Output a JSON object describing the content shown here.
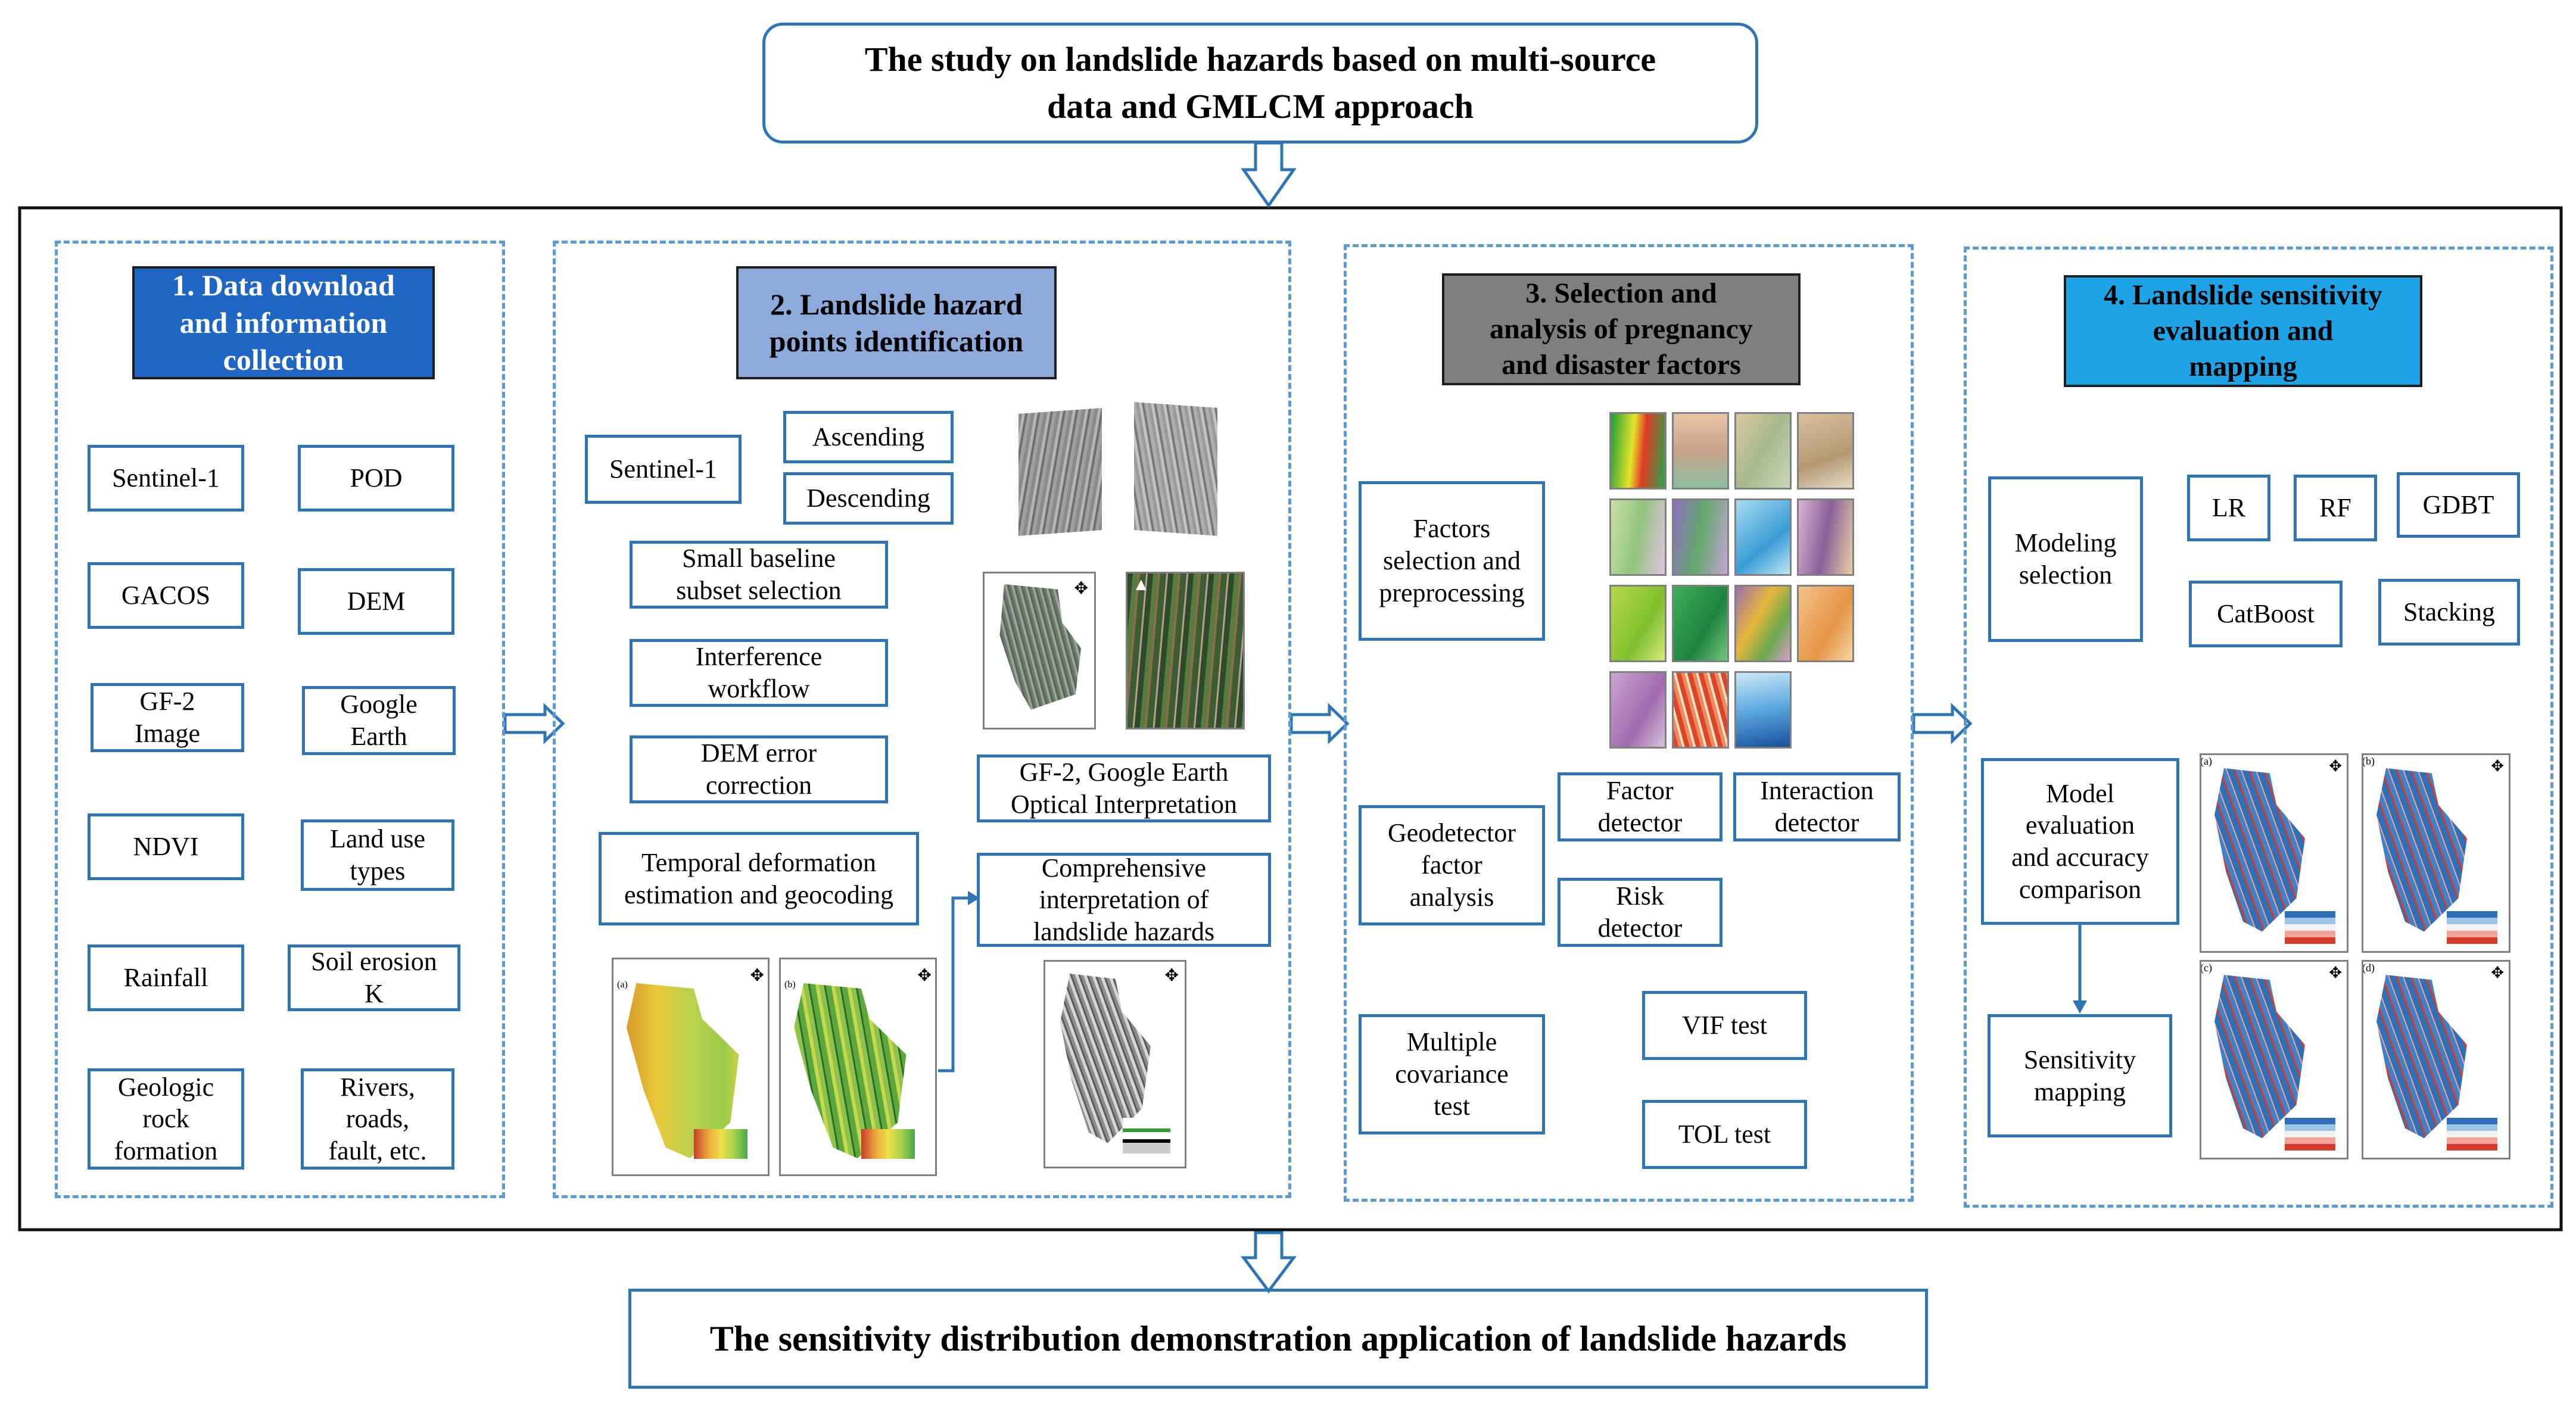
{
  "title": "The study on landslide hazards  based on multi-source\ndata and GMLCM approach",
  "footer": "The sensitivity distribution demonstration application of  landslide hazards",
  "colors": {
    "box_border": "#2e75b6",
    "dashed_border": "#5b9bd5",
    "header1": "#1f66c4",
    "header2": "#8eaadb",
    "header3": "#7f7f7f",
    "header4": "#1ea3e6",
    "arrow_fill": "#ffffff",
    "arrow_stroke": "#2e75b6"
  },
  "panel1": {
    "header": "1. Data download\nand information\ncollection",
    "items": [
      "Sentinel-1",
      "POD",
      "GACOS",
      "DEM",
      "GF-2\nImage",
      "Google\nEarth",
      "NDVI",
      "Land use\ntypes",
      "Rainfall",
      "Soil erosion\nK",
      "Geologic\nrock\nformation",
      "Rivers,\nroads,\nfault, etc."
    ]
  },
  "panel2": {
    "header": "2. Landslide hazard\npoints identification",
    "sentinel": "Sentinel-1",
    "ascending": "Ascending",
    "descending": "Descending",
    "sbas": "Small baseline\nsubset selection",
    "interference": "Interference\nworkflow",
    "dem_error": "DEM error\ncorrection",
    "temporal": "Temporal deformation\nestimation and geocoding",
    "gf2": "GF-2, Google Earth\nOptical Interpretation",
    "comprehensive": "Comprehensive\ninterpretation of\nlandslide hazards"
  },
  "panel3": {
    "header": "3. Selection and\nanalysis of pregnancy\nand disaster factors",
    "factors": "Factors\nselection and\npreprocessing",
    "geodetector": "Geodetector\nfactor\nanalysis",
    "factor_detector": "Factor\ndetector",
    "interaction_detector": "Interaction\ndetector",
    "risk_detector": "Risk\ndetector",
    "multiple": "Multiple\ncovariance\ntest",
    "vif": "VIF test",
    "tol": "TOL test"
  },
  "panel4": {
    "header": "4. Landslide sensitivity\nevaluation and\nmapping",
    "modeling": "Modeling\nselection",
    "models": [
      "LR",
      "RF",
      "GDBT",
      "CatBoost",
      "Stacking"
    ],
    "evaluation": "Model\nevaluation\nand accuracy\ncomparison",
    "mapping": "Sensitivity\nmapping",
    "map_labels": [
      "(a)",
      "(b)",
      "(c)",
      "(d)"
    ]
  }
}
